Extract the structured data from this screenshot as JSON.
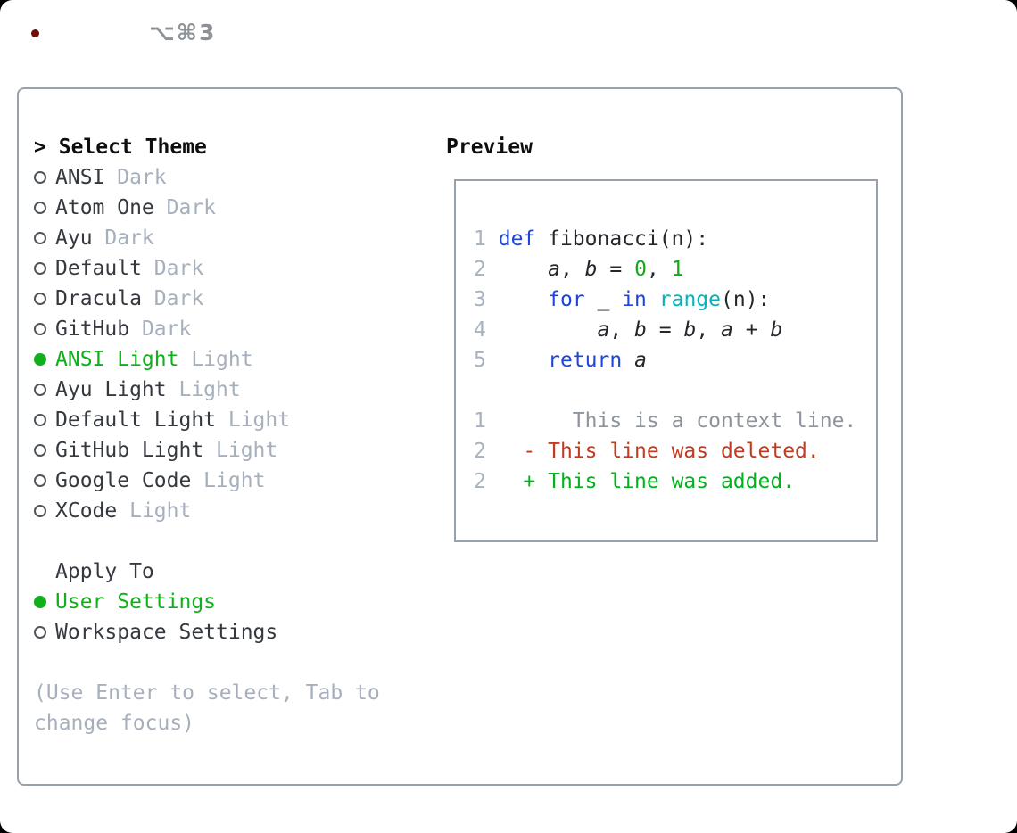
{
  "window": {
    "shortcut_label": "⌥⌘3",
    "traffic_lights": {
      "close_color": "#f05b51",
      "minimize_color": "#f5b73d",
      "zoom_color": "#33bf46"
    }
  },
  "colors": {
    "selection_green": "#12ae1c",
    "keyword_blue": "#1d45d8",
    "builtin_cyan": "#00b5be",
    "literal_green": "#14a81a",
    "deleted_red": "#c23a1f",
    "added_green": "#00b31c",
    "muted_gray": "#a6afbc",
    "frame_border": "#98a1ac"
  },
  "theme_list": {
    "prompt": ">",
    "title": "Select Theme",
    "items": [
      {
        "name": "ANSI",
        "tag": "Dark",
        "selected": false
      },
      {
        "name": "Atom One",
        "tag": "Dark",
        "selected": false
      },
      {
        "name": "Ayu",
        "tag": "Dark",
        "selected": false
      },
      {
        "name": "Default",
        "tag": "Dark",
        "selected": false
      },
      {
        "name": "Dracula",
        "tag": "Dark",
        "selected": false
      },
      {
        "name": "GitHub",
        "tag": "Dark",
        "selected": false
      },
      {
        "name": "ANSI Light",
        "tag": "Light",
        "selected": true
      },
      {
        "name": "Ayu Light",
        "tag": "Light",
        "selected": false
      },
      {
        "name": "Default Light",
        "tag": "Light",
        "selected": false
      },
      {
        "name": "GitHub Light",
        "tag": "Light",
        "selected": false
      },
      {
        "name": "Google Code",
        "tag": "Light",
        "selected": false
      },
      {
        "name": "XCode",
        "tag": "Light",
        "selected": false
      }
    ]
  },
  "apply_to": {
    "title": "Apply To",
    "options": [
      {
        "label": "User Settings",
        "selected": true
      },
      {
        "label": "Workspace Settings",
        "selected": false
      }
    ]
  },
  "hint": {
    "line1": "(Use Enter to select, Tab to",
    "line2": "change focus)"
  },
  "preview": {
    "title": "Preview",
    "code_lines": [
      [
        {
          "c": "num",
          "t": "1"
        },
        {
          "c": "plain",
          "t": " "
        },
        {
          "c": "kw",
          "t": "def"
        },
        {
          "c": "plain",
          "t": " fibonacci(n):"
        }
      ],
      [
        {
          "c": "num",
          "t": "2"
        },
        {
          "c": "plain",
          "t": "     "
        },
        {
          "c": "var",
          "t": "a"
        },
        {
          "c": "plain",
          "t": ", "
        },
        {
          "c": "var",
          "t": "b"
        },
        {
          "c": "plain",
          "t": " = "
        },
        {
          "c": "lit",
          "t": "0"
        },
        {
          "c": "plain",
          "t": ", "
        },
        {
          "c": "lit",
          "t": "1"
        }
      ],
      [
        {
          "c": "num",
          "t": "3"
        },
        {
          "c": "plain",
          "t": "     "
        },
        {
          "c": "kw",
          "t": "for"
        },
        {
          "c": "plain",
          "t": " _ "
        },
        {
          "c": "kw",
          "t": "in"
        },
        {
          "c": "plain",
          "t": " "
        },
        {
          "c": "fn",
          "t": "range"
        },
        {
          "c": "plain",
          "t": "(n):"
        }
      ],
      [
        {
          "c": "num",
          "t": "4"
        },
        {
          "c": "plain",
          "t": "         "
        },
        {
          "c": "var",
          "t": "a"
        },
        {
          "c": "plain",
          "t": ", "
        },
        {
          "c": "var",
          "t": "b"
        },
        {
          "c": "plain",
          "t": " = "
        },
        {
          "c": "var",
          "t": "b"
        },
        {
          "c": "plain",
          "t": ", "
        },
        {
          "c": "var",
          "t": "a"
        },
        {
          "c": "plain",
          "t": " + "
        },
        {
          "c": "var",
          "t": "b"
        }
      ],
      [
        {
          "c": "num",
          "t": "5"
        },
        {
          "c": "plain",
          "t": "     "
        },
        {
          "c": "kw",
          "t": "return"
        },
        {
          "c": "plain",
          "t": " "
        },
        {
          "c": "var",
          "t": "a"
        }
      ],
      [],
      [
        {
          "c": "num",
          "t": "1"
        },
        {
          "c": "ctx",
          "t": "       This is a context line."
        }
      ],
      [
        {
          "c": "num",
          "t": "2"
        },
        {
          "c": "plain",
          "t": "   "
        },
        {
          "c": "del",
          "t": "- This line was deleted."
        }
      ],
      [
        {
          "c": "num",
          "t": "2"
        },
        {
          "c": "plain",
          "t": "   "
        },
        {
          "c": "add",
          "t": "+ This line was added."
        }
      ]
    ]
  }
}
